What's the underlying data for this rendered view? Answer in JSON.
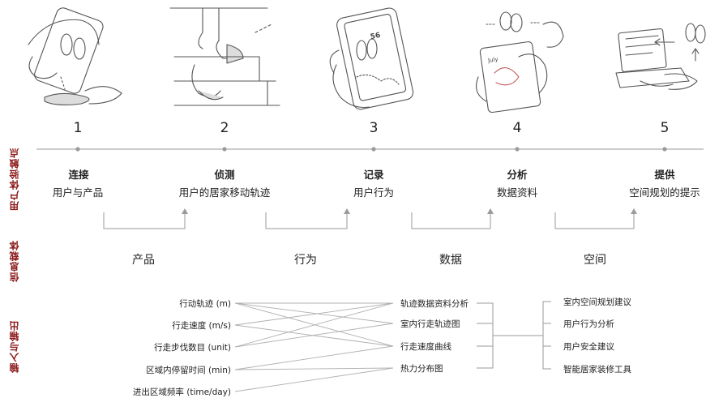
{
  "steps": [
    {
      "number": "1",
      "title": "连接",
      "subtitle": "用户与产品"
    },
    {
      "number": "2",
      "title": "侦测",
      "subtitle": "用户的居家移动轨迹"
    },
    {
      "number": "3",
      "title": "记录",
      "subtitle": "用户行为"
    },
    {
      "number": "4",
      "title": "分析",
      "subtitle": "数据资料"
    },
    {
      "number": "5",
      "title": "提供",
      "subtitle": "空间规划的提示"
    }
  ],
  "row_labels": {
    "touchpoints": "用户体验触点",
    "carrier": "信息载体",
    "io": "输入与输出"
  },
  "carriers": [
    "产品",
    "行为",
    "数据",
    "空间"
  ],
  "inputs": [
    "行动轨迹 (m)",
    "行走速度 (m/s)",
    "行走步伐数目 (unit)",
    "区域内停留时间 (min)",
    "进出区域频率 (time/day)"
  ],
  "middle": [
    "轨迹数据资料分析",
    "室内行走轨迹图",
    "行走速度曲线",
    "热力分布图"
  ],
  "outputs": [
    "室内空间规划建议",
    "用户行为分析",
    "用户安全建议",
    "智能居家装修工具"
  ],
  "illustration_text": {
    "phone_number": "56",
    "tablet_label": "July"
  },
  "colors": {
    "accent": "#8b1a1a",
    "line": "#9a9a9a",
    "dot": "#9a9a9a"
  }
}
